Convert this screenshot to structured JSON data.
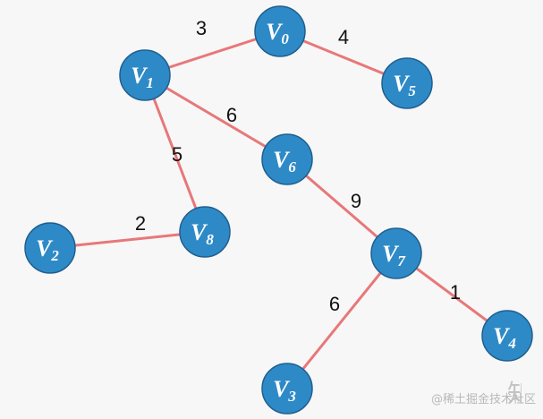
{
  "graph": {
    "edge_color": "#e8777a",
    "node_fill": "#2e8ac7",
    "node_stroke": "#1f5f8f",
    "nodes": [
      {
        "id": "V0",
        "letter": "V",
        "sub": "0"
      },
      {
        "id": "V1",
        "letter": "V",
        "sub": "1"
      },
      {
        "id": "V2",
        "letter": "V",
        "sub": "2"
      },
      {
        "id": "V3",
        "letter": "V",
        "sub": "3"
      },
      {
        "id": "V4",
        "letter": "V",
        "sub": "4"
      },
      {
        "id": "V5",
        "letter": "V",
        "sub": "5"
      },
      {
        "id": "V6",
        "letter": "V",
        "sub": "6"
      },
      {
        "id": "V7",
        "letter": "V",
        "sub": "7"
      },
      {
        "id": "V8",
        "letter": "V",
        "sub": "8"
      }
    ],
    "edges": [
      {
        "from": "V1",
        "to": "V0",
        "weight": "3"
      },
      {
        "from": "V0",
        "to": "V5",
        "weight": "4"
      },
      {
        "from": "V1",
        "to": "V6",
        "weight": "6"
      },
      {
        "from": "V1",
        "to": "V8",
        "weight": "5"
      },
      {
        "from": "V2",
        "to": "V8",
        "weight": "2"
      },
      {
        "from": "V6",
        "to": "V7",
        "weight": "9"
      },
      {
        "from": "V7",
        "to": "V4",
        "weight": "1"
      },
      {
        "from": "V7",
        "to": "V3",
        "weight": "6"
      }
    ]
  },
  "watermark": {
    "text": "@稀土掘金技术社区",
    "glyph": "知"
  }
}
